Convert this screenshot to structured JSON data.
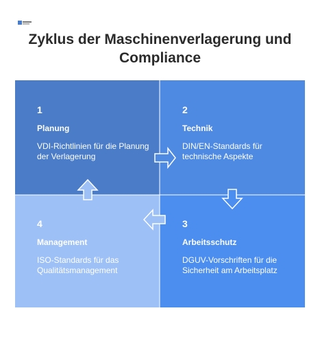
{
  "title_line1": "Zyklus der Maschinenverlagerung und",
  "title_line2": "Compliance",
  "colors": {
    "cell_1": "#4a7cc8",
    "cell_2": "#4f8ae2",
    "cell_3": "#4c8ef0",
    "cell_4": "#9dc0f7",
    "text": "#ffffff",
    "title": "#2b2b2b"
  },
  "steps": [
    {
      "number": "1",
      "heading": "Planung",
      "description": "VDI-Richtlinien für die Planung der Verlagerung"
    },
    {
      "number": "2",
      "heading": "Technik",
      "description": "DIN/EN-Standards für technische Aspekte"
    },
    {
      "number": "3",
      "heading": "Arbeitsschutz",
      "description": "DGUV-Vorschriften für die Sicherheit am Arbeitsplatz"
    },
    {
      "number": "4",
      "heading": "Management",
      "description": "ISO-Standards für das Qualitätsmanagement"
    }
  ]
}
